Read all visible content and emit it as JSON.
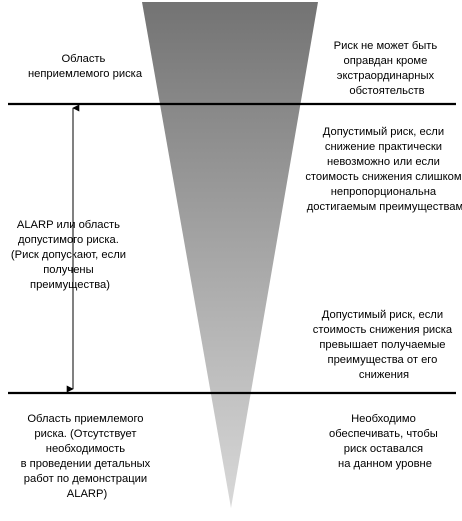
{
  "colors": {
    "triangle_top": "#737373",
    "triangle_bottom": "#d9d9d9",
    "line": "#000000",
    "text": "#000000",
    "background": "#ffffff"
  },
  "left": {
    "unacceptable": [
      "Область",
      "неприемлемого риска"
    ],
    "alarp": [
      "ALARP или область",
      "допустимого риска.",
      "(Риск допускают, если",
      "получены",
      "преимущества)"
    ],
    "acceptable": [
      "Область приемлемого",
      "риска. (Отсутствует",
      "необходимость",
      "в проведении детальных",
      "работ по демонстрации",
      "ALARP)"
    ]
  },
  "right": {
    "unacceptable": [
      "Риск не может быть",
      "оправдан кроме",
      "экстраординарных",
      "обстоятельств"
    ],
    "tolerable_impractical": [
      "Допустимый риск, если",
      "снижение практически",
      "невозможно или если",
      "стоимость снижения слишком",
      "непропорциональна",
      "достигаемым преимуществам"
    ],
    "tolerable_cost": [
      "Допустимый риск, если",
      "стоимость снижения риска",
      "превышает получаемые",
      "преимущества от его",
      "снижения"
    ],
    "acceptable": [
      "Необходимо",
      "обеспечивать, чтобы",
      "риск оставался",
      "на данном уровне"
    ]
  }
}
